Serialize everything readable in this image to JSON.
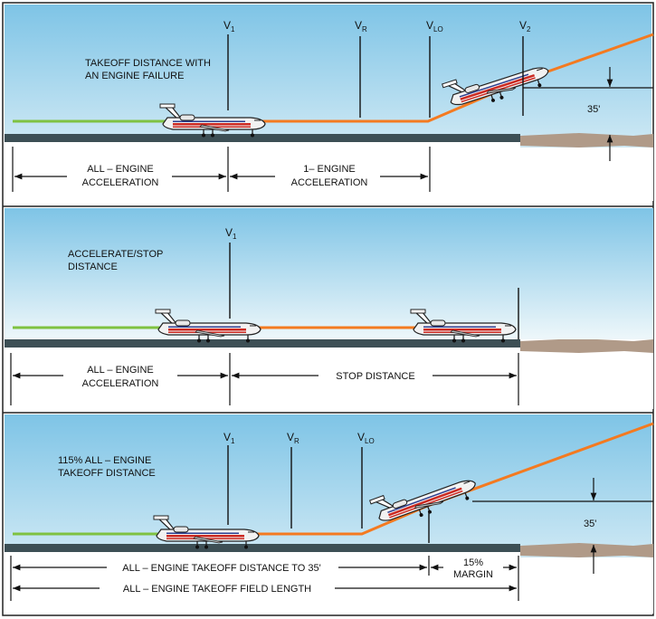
{
  "panel1": {
    "title_line1": "TAKEOFF DISTANCE WITH",
    "title_line2": "AN ENGINE FAILURE",
    "v1": {
      "main": "V",
      "sub": "1"
    },
    "vr": {
      "main": "V",
      "sub": "R"
    },
    "vlo": {
      "main": "V",
      "sub": "LO"
    },
    "v2": {
      "main": "V",
      "sub": "2"
    },
    "height": "35'",
    "seg1_line1": "ALL – ENGINE",
    "seg1_line2": "ACCELERATION",
    "seg2_line1": "1– ENGINE",
    "seg2_line2": "ACCELERATION"
  },
  "panel2": {
    "title_line1": "ACCELERATE/STOP",
    "title_line2": "DISTANCE",
    "v1": {
      "main": "V",
      "sub": "1"
    },
    "seg1_line1": "ALL – ENGINE",
    "seg1_line2": "ACCELERATION",
    "seg2": "STOP DISTANCE"
  },
  "panel3": {
    "title_line1": "115% ALL – ENGINE",
    "title_line2": "TAKEOFF DISTANCE",
    "v1": {
      "main": "V",
      "sub": "1"
    },
    "vr": {
      "main": "V",
      "sub": "R"
    },
    "vlo": {
      "main": "V",
      "sub": "LO"
    },
    "height": "35'",
    "dist_label": "ALL – ENGINE TAKEOFF DISTANCE TO 35'",
    "margin_line1": "15%",
    "margin_line2": "MARGIN",
    "field_label": "ALL – ENGINE TAKEOFF FIELD LENGTH"
  },
  "colors": {
    "sky_top": "#7ec4e6",
    "sky_bottom": "#e8f4f8",
    "runway": "#3d4f55",
    "ground": "#b09a88",
    "green_path": "#7fc241",
    "orange_path": "#f47a20"
  }
}
